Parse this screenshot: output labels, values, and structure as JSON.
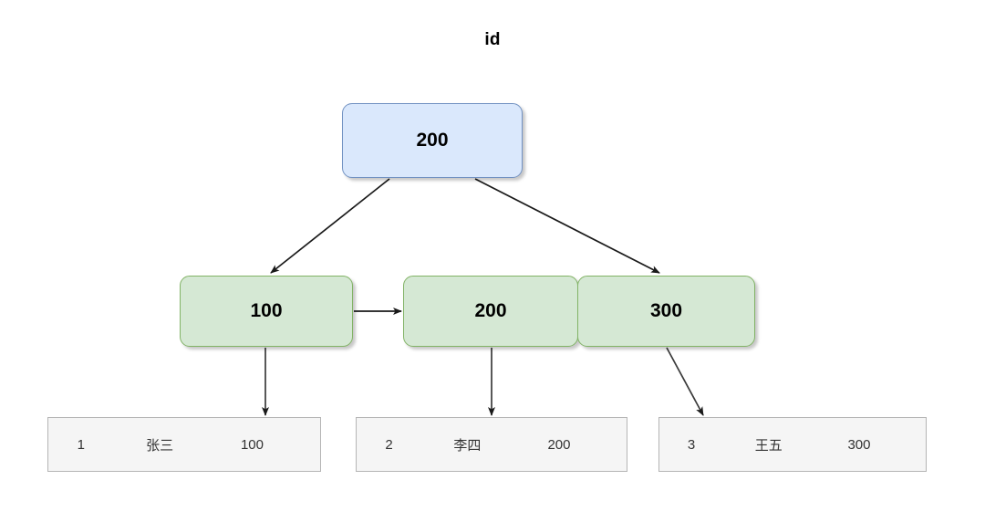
{
  "diagram": {
    "title": "id",
    "colors": {
      "root_fill": "#dae8fc",
      "root_border": "#7292c2",
      "branch_fill": "#d5e8d4",
      "branch_border": "#82b366",
      "leaf_fill": "#f5f5f5",
      "leaf_border": "#b5b5b5",
      "edge": "#000000",
      "background": "#ffffff"
    },
    "root": {
      "label": "200"
    },
    "branches": [
      {
        "label": "100"
      },
      {
        "label": "200"
      },
      {
        "label": "300"
      }
    ],
    "leaves": [
      {
        "id": "1",
        "name": "张三",
        "value": "100"
      },
      {
        "id": "2",
        "name": "李四",
        "value": "200"
      },
      {
        "id": "3",
        "name": "王五",
        "value": "300"
      }
    ],
    "edges": [
      {
        "name": "root-to-branch-100",
        "from": "root",
        "to": "branch-100"
      },
      {
        "name": "root-to-branch-300",
        "from": "root",
        "to": "branch-300"
      },
      {
        "name": "branch-100-to-branch-200",
        "from": "branch-100",
        "to": "branch-200"
      },
      {
        "name": "branch-100-to-leaf-1",
        "from": "branch-100",
        "to": "leaf-1"
      },
      {
        "name": "branch-200-to-leaf-2",
        "from": "branch-200",
        "to": "leaf-2"
      },
      {
        "name": "branch-300-to-leaf-3",
        "from": "branch-300",
        "to": "leaf-3"
      }
    ]
  }
}
